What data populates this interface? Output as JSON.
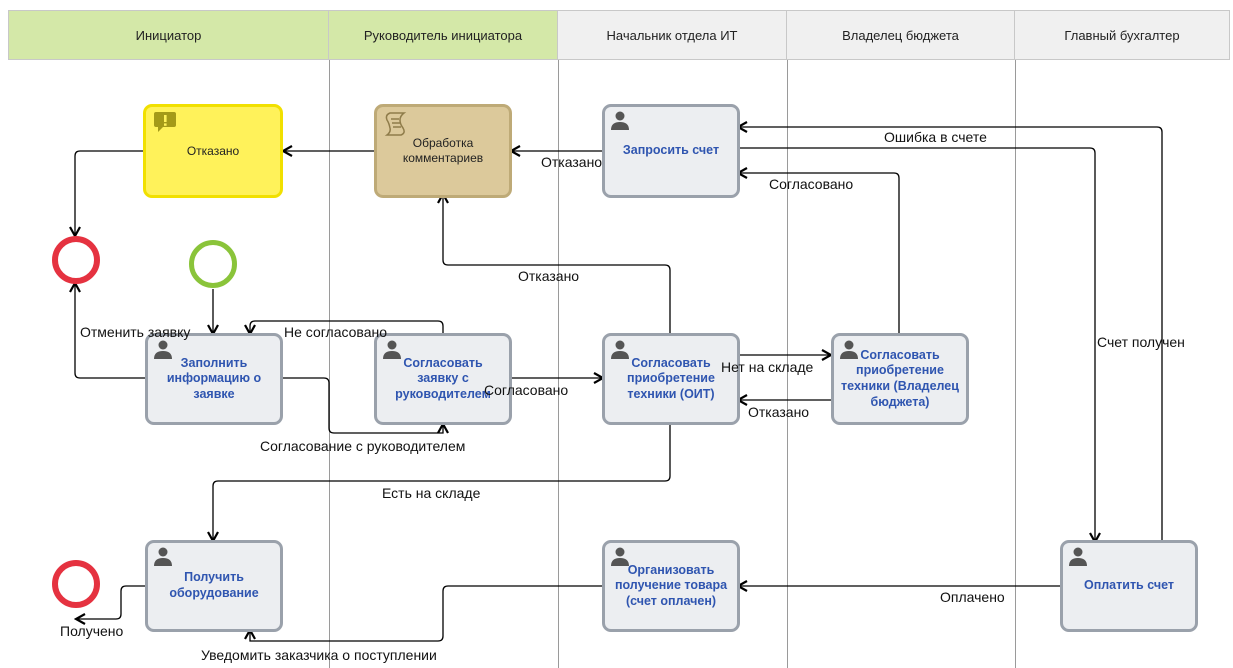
{
  "lanes": {
    "initiator": "Инициатор",
    "manager": "Руководитель инициатора",
    "it_head": "Начальник отдела ИТ",
    "budget_owner": "Владелец бюджета",
    "chief_accountant": "Главный бухгалтер"
  },
  "tasks": {
    "rejected": "Отказано",
    "process_comments": "Обработка комментариев",
    "request_invoice": "Запросить счет",
    "fill_request": "Заполнить информацию о заявке",
    "approve_with_manager": "Согласовать заявку с руководителем",
    "approve_it": "Согласовать приобретение техники (ОИТ)",
    "approve_budget": "Согласовать приобретение техники (Владелец бюджета)",
    "receive_equipment": "Получить оборудование",
    "organize_receipt": "Организовать получение товара (счет оплачен)",
    "pay_invoice": "Оплатить счет"
  },
  "flow_labels": {
    "invoice_error": "Ошибка в счете",
    "rejected_1": "Отказано",
    "approved_1": "Согласовано",
    "rejected_2": "Отказано",
    "cancel_request": "Отменить заявку",
    "not_approved": "Не согласовано",
    "approved_2": "Согласовано",
    "not_in_stock": "Нет на складе",
    "rejected_3": "Отказано",
    "invoice_received": "Счет получен",
    "approval_with_manager": "Согласование с руководителем",
    "in_stock": "Есть на складе",
    "paid": "Оплачено",
    "received": "Получено",
    "notify_customer": "Уведомить заказчика о поступлении"
  },
  "colors": {
    "lane_initiator": "#d4e8a8",
    "lane_manager": "#d4e8a8",
    "lane_other": "#f0f0f0",
    "task_link": "#2f55b0",
    "task_fill": "#eceef1",
    "task_border": "#9aa1ab",
    "rejected_fill": "#fff25a",
    "comments_fill": "#dcc99b",
    "end_event": "#e53240",
    "start_event": "#8ac43a"
  },
  "icons": {
    "task_type": "user-icon",
    "rejected_task": "message-alert-icon",
    "comments_task": "script-icon"
  }
}
